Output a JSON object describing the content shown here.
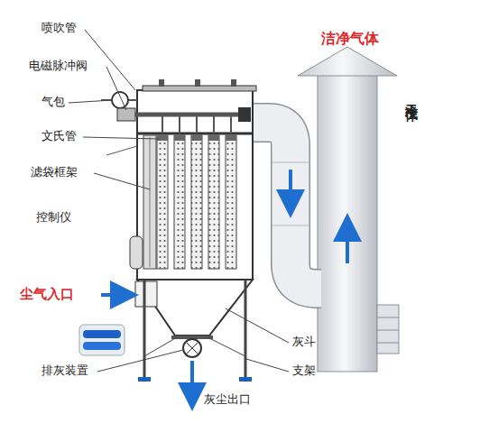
{
  "diagram": {
    "labels": [
      "洁净气体",
      "喷吹管",
      "电磁脉冲阀",
      "干净气体",
      "气包",
      "文氏管",
      "滤袋框架",
      "控制仪",
      "尘气入口",
      "灰斗",
      "排灰装置",
      "支架",
      "灰尘出口"
    ]
  }
}
